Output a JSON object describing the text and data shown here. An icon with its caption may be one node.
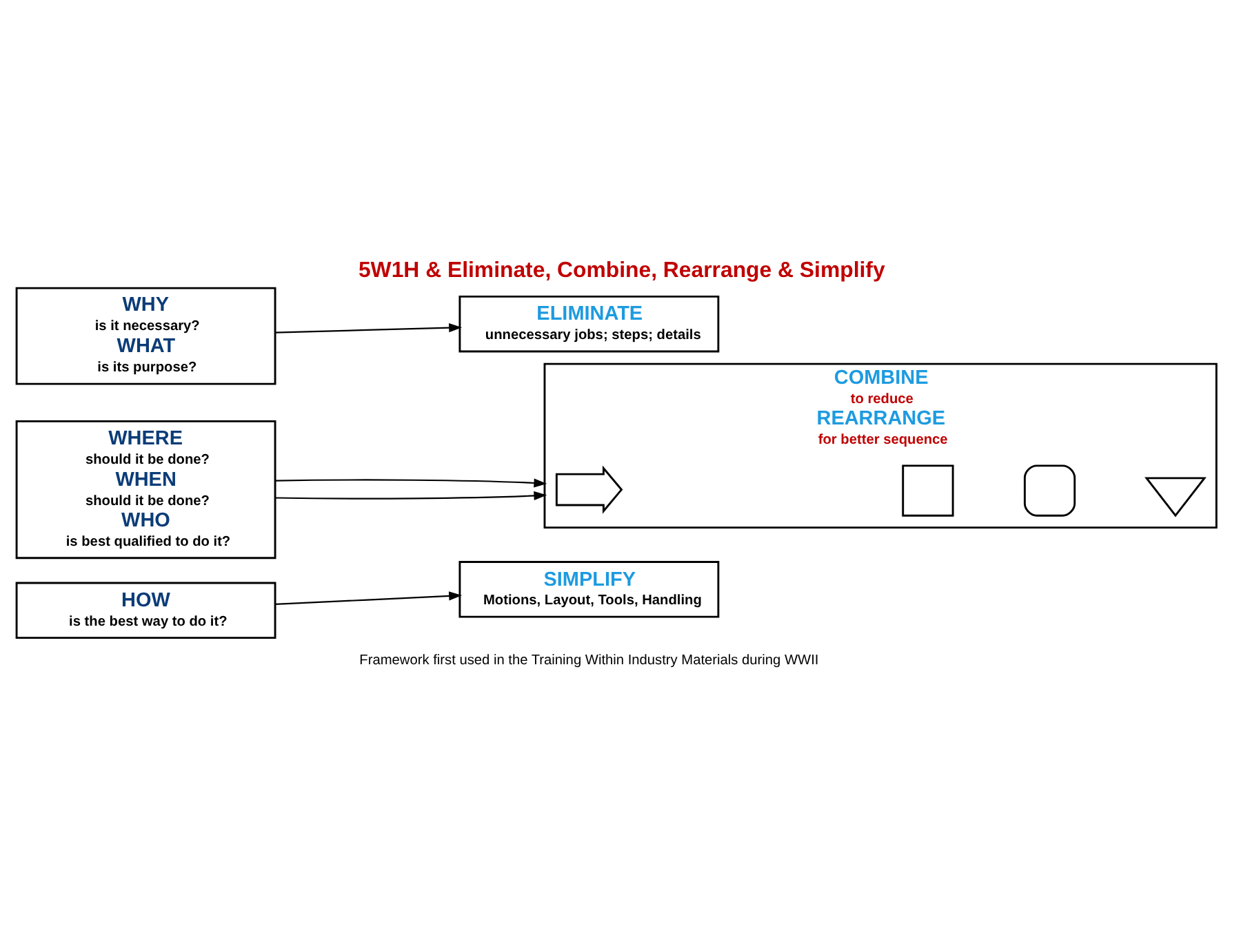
{
  "diagram": {
    "title": "5W1H & Eliminate, Combine, Rearrange & Simplify",
    "caption": "Framework first used in the Training Within Industry Materials during WWII",
    "nodes": [
      {
        "text": [
          "WHY",
          "is it necessary?",
          "WHAT",
          "is its purpose?"
        ]
      },
      {
        "text": [
          "WHERE",
          "should it be done?",
          "WHEN",
          "should it be done?",
          "WHO",
          "is best qualified to do it?"
        ]
      },
      {
        "text": [
          "HOW",
          "is the best way to do it?"
        ]
      },
      {
        "text": [
          "ELIMINATE",
          "unnecessary jobs; steps; details"
        ]
      },
      {
        "text": [
          "COMBINE",
          "to reduce",
          "REARRANGE",
          "for better sequence"
        ]
      },
      {
        "text": [
          "SIMPLIFY",
          "Motions, Layout, Tools, Handling"
        ]
      },
      {
        "text": [],
        "shape": "arrow",
        "in": 4
      },
      {
        "text": [],
        "shape": "box",
        "in": 4
      },
      {
        "text": [],
        "shape": "semicircle",
        "in": 4
      },
      {
        "text": [],
        "shape": "triangle",
        "in": 4
      }
    ],
    "edges": [
      {
        "from": 0,
        "to": 3,
        "arrow": "to"
      },
      {
        "from": 1,
        "to": 4,
        "arrow": "to"
      },
      {
        "from": 1,
        "to": 4,
        "arrow": "to"
      },
      {
        "from": 2,
        "to": 5,
        "arrow": "to"
      }
    ]
  }
}
